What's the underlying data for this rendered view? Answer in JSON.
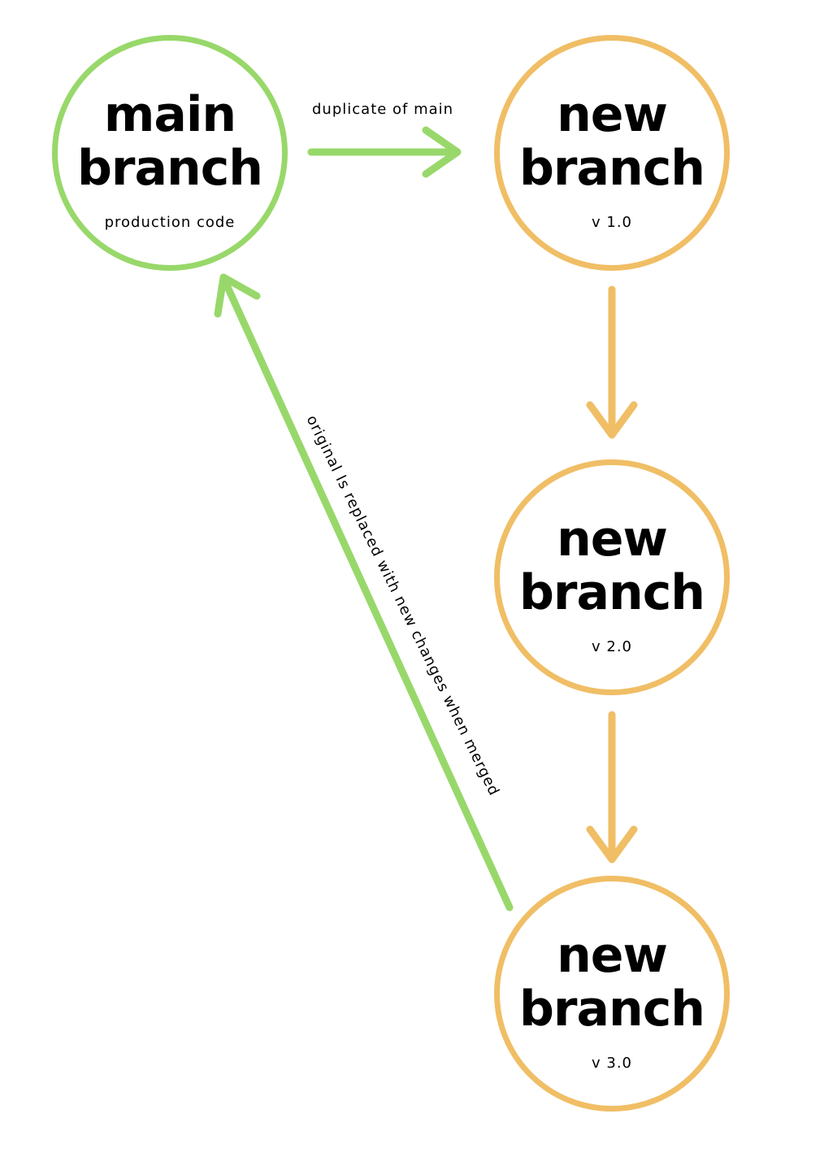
{
  "colors": {
    "main": "#98d86a",
    "branch": "#f0be65",
    "text": "#000000"
  },
  "nodes": [
    {
      "id": "main",
      "title_line1": "main",
      "title_line2": "branch",
      "subtitle": "production code"
    },
    {
      "id": "v1",
      "title_line1": "new",
      "title_line2": "branch",
      "subtitle": "v 1.0"
    },
    {
      "id": "v2",
      "title_line1": "new",
      "title_line2": "branch",
      "subtitle": "v 2.0"
    },
    {
      "id": "v3",
      "title_line1": "new",
      "title_line2": "branch",
      "subtitle": "v 3.0"
    }
  ],
  "edges": [
    {
      "from": "main",
      "to": "v1",
      "label": "duplicate of main"
    },
    {
      "from": "v1",
      "to": "v2",
      "label": ""
    },
    {
      "from": "v2",
      "to": "v3",
      "label": ""
    },
    {
      "from": "v3",
      "to": "main",
      "label": "original Is replaced with new changes when merged"
    }
  ]
}
